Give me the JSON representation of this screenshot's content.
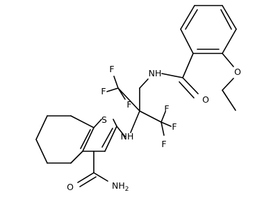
{
  "molecule": {
    "atom_labels": {
      "s": "S",
      "nh_left": "NH",
      "nh_top": "NH",
      "o_amide1": "O",
      "o_amide2": "O",
      "o_ether": "O",
      "nh2": "NH",
      "nh2_sub": "2",
      "f1": "F",
      "f2": "F",
      "f3": "F",
      "f4": "F",
      "f5": "F",
      "f6": "F"
    }
  }
}
